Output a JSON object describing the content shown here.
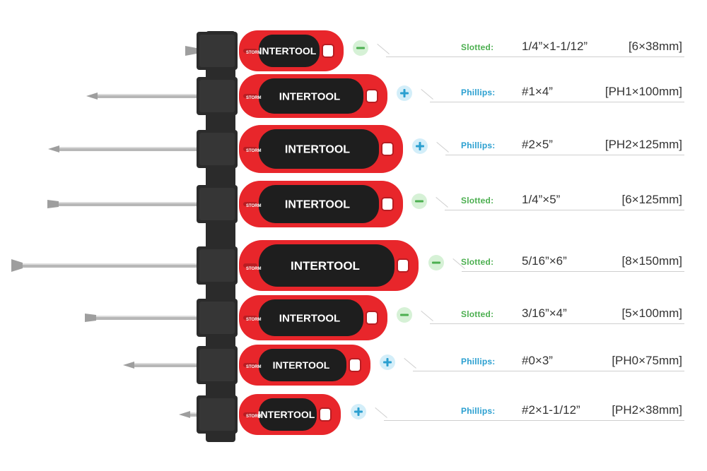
{
  "brand": {
    "handle_logo": "INTERTOOL",
    "side_logo": "STORM"
  },
  "colors": {
    "handle_red": "#e8262b",
    "handle_black": "#1e1e1e",
    "rack_black": "#2b2b2b",
    "shaft_steel": "#b7b7b7",
    "slotted_green": "#4caf50",
    "phillips_blue": "#2a9fd0"
  },
  "icons": {
    "slotted": "minus-icon",
    "phillips": "plus-icon"
  },
  "screwdrivers": [
    {
      "type": "Slotted:",
      "tip": "slotted",
      "imperial": "1/4”×1-1/12”",
      "metric": "[6×38mm]"
    },
    {
      "type": "Phillips:",
      "tip": "phillips",
      "imperial": "#1×4”",
      "metric": "[PH1×100mm]"
    },
    {
      "type": "Phillips:",
      "tip": "phillips",
      "imperial": "#2×5”",
      "metric": "[PH2×125mm]"
    },
    {
      "type": "Slotted:",
      "tip": "slotted",
      "imperial": "1/4”×5”",
      "metric": "[6×125mm]"
    },
    {
      "type": "Slotted:",
      "tip": "slotted",
      "imperial": "5/16”×6”",
      "metric": "[8×150mm]"
    },
    {
      "type": "Slotted:",
      "tip": "slotted",
      "imperial": "3/16”×4”",
      "metric": "[5×100mm]"
    },
    {
      "type": "Phillips:",
      "tip": "phillips",
      "imperial": "#0×3”",
      "metric": "[PH0×75mm]"
    },
    {
      "type": "Phillips:",
      "tip": "phillips",
      "imperial": "#2×1-1/12”",
      "metric": "[PH2×38mm]"
    }
  ]
}
